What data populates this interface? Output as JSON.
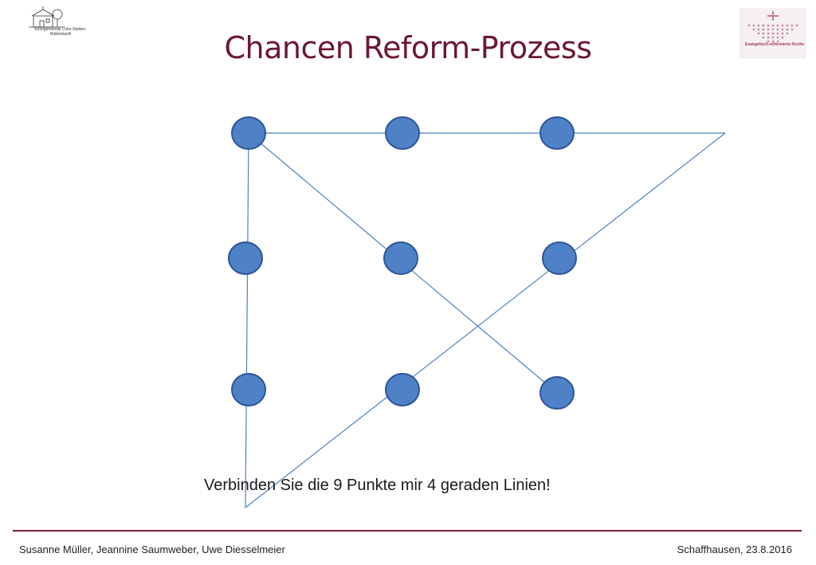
{
  "header": {
    "title": "Chancen Reform-Prozess",
    "logo_left_text": "Kirchgemeinde Lohn-Stetten-Büttenhardt",
    "logo_right_text": "Evangelisch-reformierte Kirche"
  },
  "puzzle": {
    "instruction": "Verbinden Sie die 9 Punkte mir 4 geraden Linien!",
    "dot_count": 9,
    "line_count": 4,
    "dot_color": "#4f81c7",
    "dot_border": "#2f5597",
    "line_color": "#4f81bd"
  },
  "footer": {
    "authors": "Susanne Müller, Jeannine Saumweber, Uwe Diesselmeier",
    "place_date": "Schaffhausen, 23.8.2016",
    "rule_color": "#7a1e47"
  }
}
